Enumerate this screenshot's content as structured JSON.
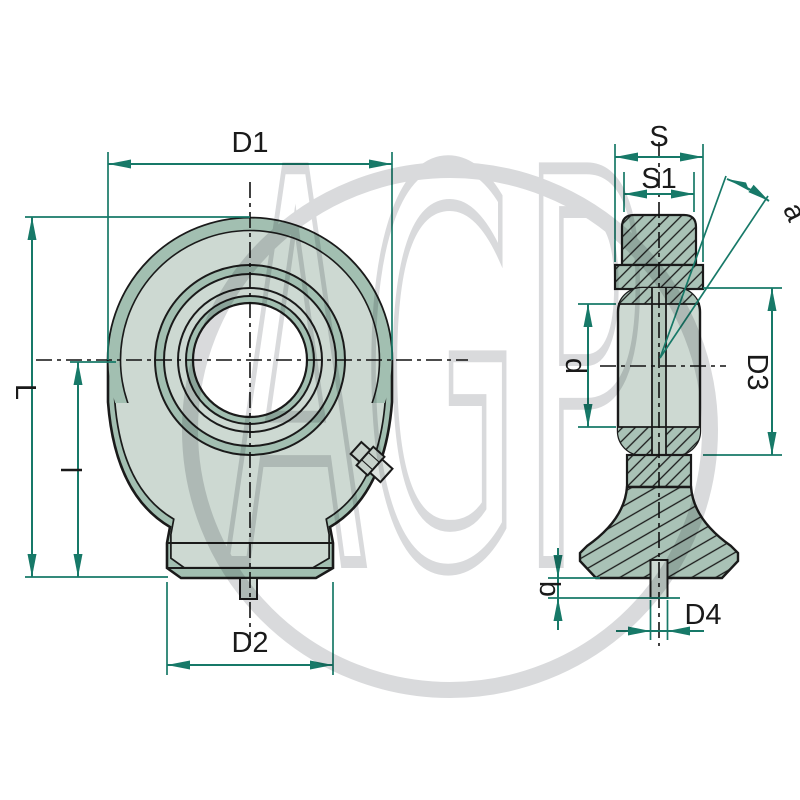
{
  "drawing": {
    "watermark": "AGP",
    "front": {
      "d1": "D1",
      "d2": "D2",
      "L": "L",
      "l": "l"
    },
    "side": {
      "s": "S",
      "s1": "S1",
      "d": "d",
      "d3": "D3",
      "d4": "D4",
      "b": "b",
      "a": "a"
    },
    "colors": {
      "dimension": "#177968",
      "outline": "#1a1a1a",
      "body_light": "#cdd9d2",
      "body_shade": "#a2bfb1",
      "hatch_fill": "#a9c2b6",
      "watermark": "#d9dadc",
      "background": "#ffffff"
    }
  }
}
